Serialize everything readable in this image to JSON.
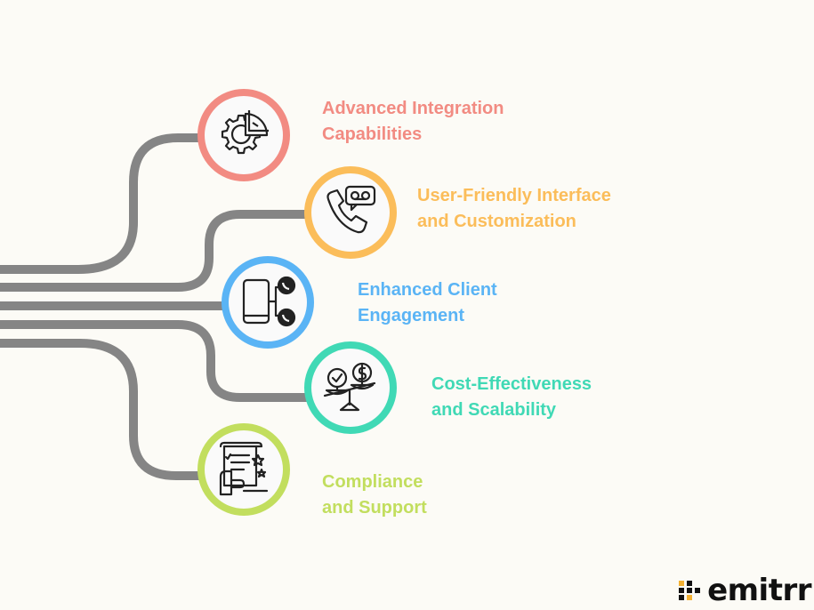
{
  "items": [
    {
      "id": "integration",
      "line1": "Advanced Integration",
      "line2": "Capabilities",
      "color": "#f28b82",
      "icon": "gear-chart-icon"
    },
    {
      "id": "interface",
      "line1": "User-Friendly Interface",
      "line2": "and Customization",
      "color": "#fbbd5a",
      "icon": "phone-voicemail-icon"
    },
    {
      "id": "engagement",
      "line1": "Enhanced Client",
      "line2": "Engagement",
      "color": "#5ab4f5",
      "icon": "mobile-calls-icon"
    },
    {
      "id": "cost",
      "line1": "Cost-Effectiveness",
      "line2": "and Scalability",
      "color": "#40d9b5",
      "icon": "balance-scale-icon"
    },
    {
      "id": "compliance",
      "line1": "Compliance",
      "line2": "and Support",
      "color": "#c2de5e",
      "icon": "document-checklist-icon"
    }
  ],
  "colors": {
    "line": "#858585",
    "background": "#fcfbf6",
    "icon_stroke": "#222222"
  },
  "brand": {
    "name": "emitrr",
    "icon": "emitrr-logo-icon"
  }
}
